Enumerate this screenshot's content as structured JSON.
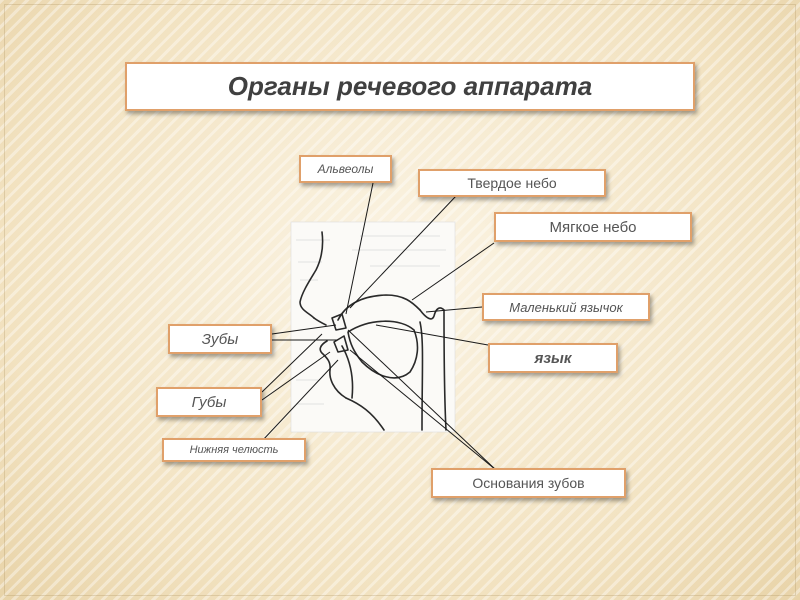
{
  "title": "Органы речевого аппарата",
  "labels": {
    "alveoli": "Альвеолы",
    "hard_palate": "Твердое небо",
    "soft_palate": "Мягкое небо",
    "uvula": "Маленький язычок",
    "teeth": "Зубы",
    "tongue": "язык",
    "lips": "Губы",
    "lower_jaw": "Нижняя челюсть",
    "teeth_bases": "Основания зубов"
  },
  "colors": {
    "label_border": "#e0a06a",
    "leader_line": "#1a1a1a",
    "text": "#555555"
  }
}
